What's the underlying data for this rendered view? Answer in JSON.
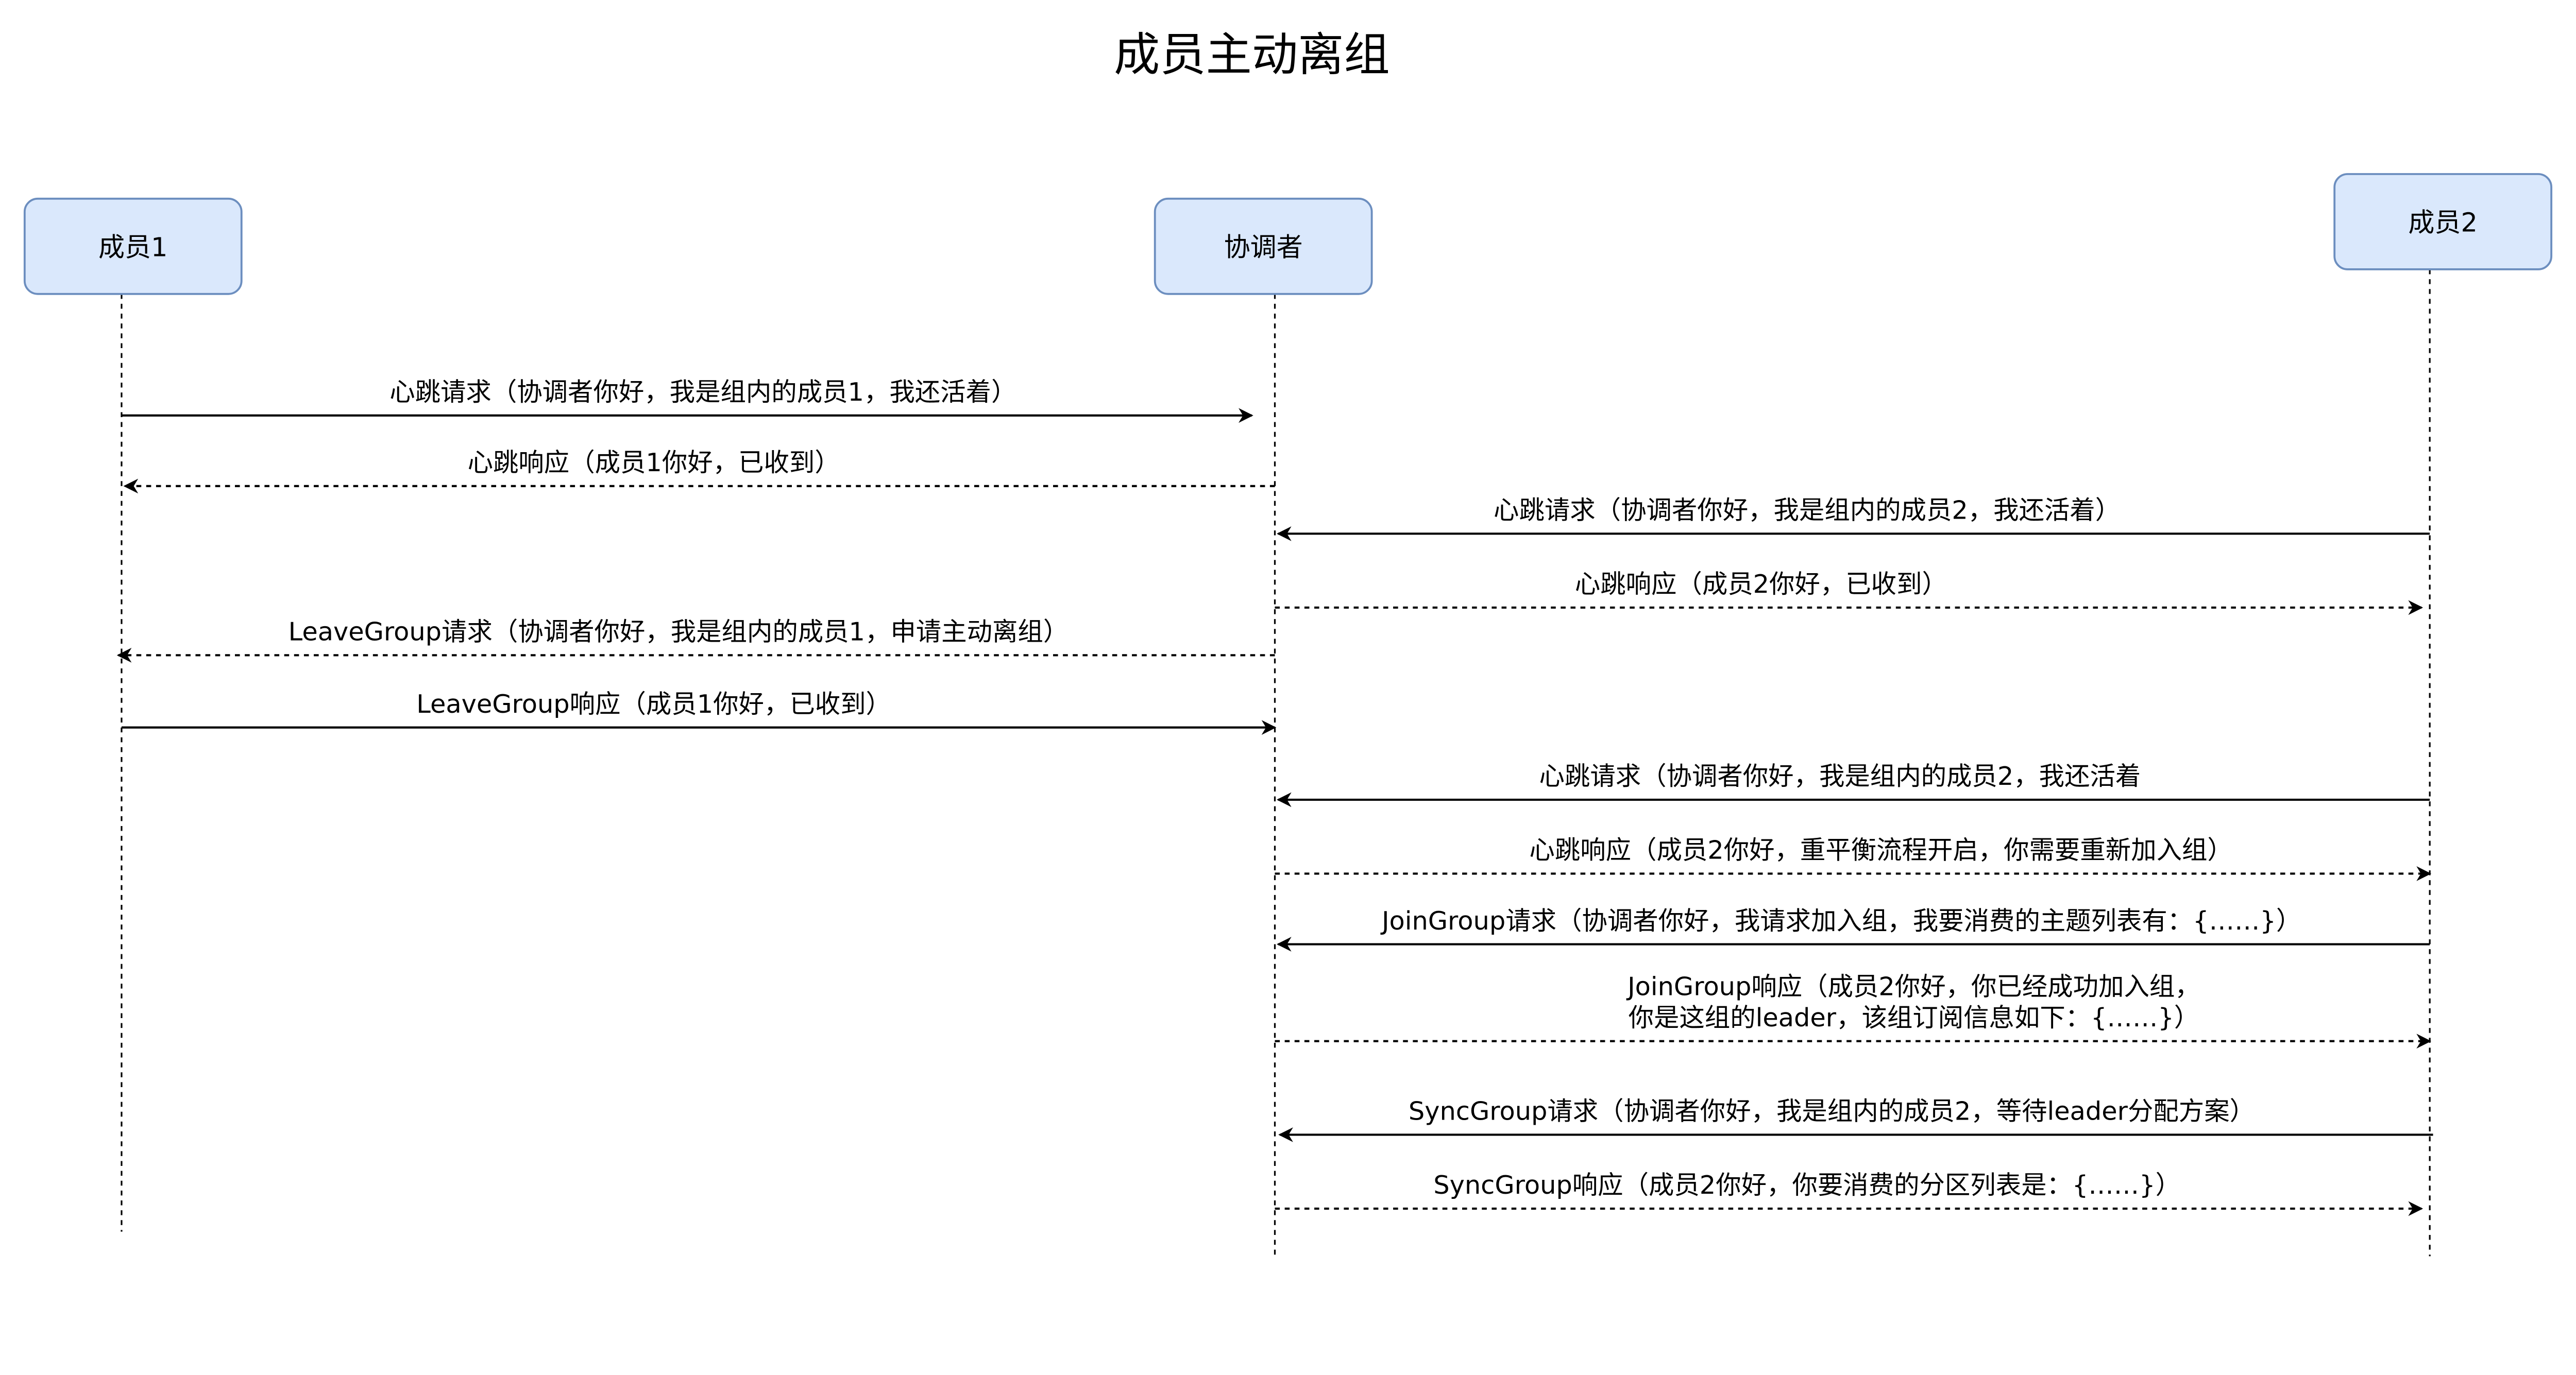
{
  "title": "成员主动离组",
  "participants": [
    {
      "id": "m1",
      "label": "成员1"
    },
    {
      "id": "coord",
      "label": "协调者"
    },
    {
      "id": "m2",
      "label": "成员2"
    }
  ],
  "colors": {
    "box_fill": "#dae8fc",
    "box_stroke": "#6c8ebf",
    "line": "#000000"
  },
  "messages": [
    {
      "from": "m1",
      "to": "coord",
      "style": "solid",
      "lines": [
        "心跳请求（协调者你好，我是组内的成员1，我还活着）"
      ]
    },
    {
      "from": "coord",
      "to": "m1",
      "style": "dashed",
      "lines": [
        "心跳响应（成员1你好，已收到）"
      ]
    },
    {
      "from": "m2",
      "to": "coord",
      "style": "solid",
      "lines": [
        "心跳请求（协调者你好，我是组内的成员2，我还活着）"
      ]
    },
    {
      "from": "coord",
      "to": "m2",
      "style": "dashed",
      "lines": [
        "心跳响应（成员2你好，已收到）"
      ]
    },
    {
      "from": "coord",
      "to": "m1",
      "style": "dashed",
      "lines": [
        "LeaveGroup请求（协调者你好，我是组内的成员1，申请主动离组）"
      ]
    },
    {
      "from": "m1",
      "to": "coord",
      "style": "solid",
      "lines": [
        "LeaveGroup响应（成员1你好，已收到）"
      ]
    },
    {
      "from": "m2",
      "to": "coord",
      "style": "solid",
      "lines": [
        "心跳请求（协调者你好，我是组内的成员2，我还活着"
      ]
    },
    {
      "from": "coord",
      "to": "m2",
      "style": "dashed",
      "lines": [
        "心跳响应（成员2你好，重平衡流程开启，你需要重新加入组）"
      ]
    },
    {
      "from": "m2",
      "to": "coord",
      "style": "solid",
      "lines": [
        "JoinGroup请求（协调者你好，我请求加入组，我要消费的主题列表有：{……}）"
      ]
    },
    {
      "from": "coord",
      "to": "m2",
      "style": "dashed",
      "lines": [
        "JoinGroup响应（成员2你好，你已经成功加入组，",
        "你是这组的leader，该组订阅信息如下：{……}）"
      ]
    },
    {
      "from": "m2",
      "to": "coord",
      "style": "solid",
      "lines": [
        "SyncGroup请求（协调者你好，我是组内的成员2，等待leader分配方案）"
      ]
    },
    {
      "from": "coord",
      "to": "m2",
      "style": "dashed",
      "lines": [
        "SyncGroup响应（成员2你好，你要消费的分区列表是：{……}）"
      ]
    }
  ]
}
